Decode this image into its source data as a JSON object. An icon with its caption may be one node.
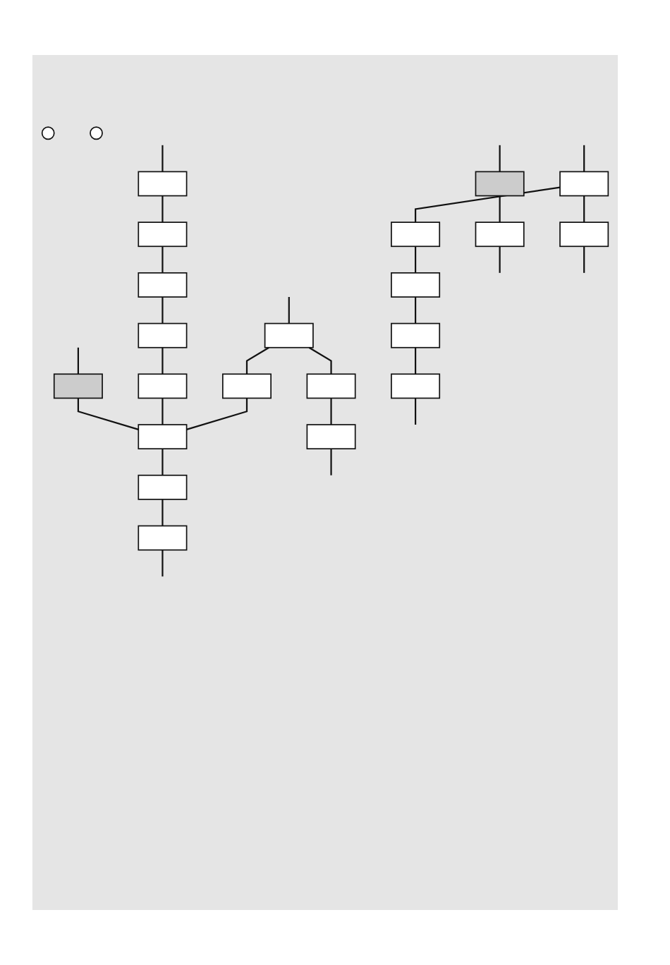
{
  "diagram": {
    "nodes": [
      {
        "text": [],
        "shape": "circle"
      },
      {
        "text": [],
        "shape": "box"
      },
      {
        "text": [],
        "shape": "box"
      },
      {
        "text": [],
        "shape": "box"
      },
      {
        "text": [],
        "shape": "box"
      },
      {
        "text": [],
        "shape": "box"
      },
      {
        "text": [],
        "shape": "box"
      },
      {
        "text": [],
        "shape": "box"
      },
      {
        "text": [],
        "shape": "box"
      },
      {
        "text": [],
        "shape": "box"
      },
      {
        "text": [],
        "shape": "box"
      },
      {
        "text": [],
        "shape": "box"
      },
      {
        "text": [],
        "shape": "box"
      },
      {
        "text": [],
        "shape": "box"
      },
      {
        "text": [],
        "shape": "circle"
      },
      {
        "text": [],
        "shape": "box"
      },
      {
        "text": [],
        "shape": "box"
      },
      {
        "text": [],
        "shape": "box"
      },
      {
        "text": [],
        "shape": "box"
      },
      {
        "text": [],
        "shape": "box"
      },
      {
        "text": [],
        "shape": "box"
      },
      {
        "text": [],
        "shape": "box"
      },
      {
        "text": [],
        "shape": "box"
      }
    ],
    "edges": [
      {
        "from": null,
        "to": 1,
        "arrow": "none"
      },
      {
        "from": 1,
        "to": 2,
        "arrow": "none"
      },
      {
        "from": 2,
        "to": 3,
        "arrow": "none"
      },
      {
        "from": 3,
        "to": 4,
        "arrow": "none"
      },
      {
        "from": 4,
        "to": null,
        "arrow": "none"
      },
      {
        "from": null,
        "to": 5,
        "arrow": "none"
      },
      {
        "from": 5,
        "to": 6,
        "arrow": "none"
      },
      {
        "from": 5,
        "to": 7,
        "arrow": "none"
      },
      {
        "from": 6,
        "to": 8,
        "arrow": "none"
      },
      {
        "from": 8,
        "to": null,
        "arrow": "none"
      },
      {
        "from": null,
        "to": 9,
        "arrow": "none"
      },
      {
        "from": 9,
        "to": 10,
        "arrow": "none"
      },
      {
        "from": 10,
        "to": 11,
        "arrow": "none"
      },
      {
        "from": 11,
        "to": 12,
        "arrow": "none"
      },
      {
        "from": 12,
        "to": 13,
        "arrow": "none"
      },
      {
        "from": 13,
        "to": 2,
        "arrow": "none"
      },
      {
        "from": 7,
        "to": 2,
        "arrow": "none"
      },
      {
        "from": null,
        "to": 15,
        "arrow": "none"
      },
      {
        "from": 15,
        "to": 16,
        "arrow": "none"
      },
      {
        "from": 16,
        "to": null,
        "arrow": "none"
      },
      {
        "from": null,
        "to": 17,
        "arrow": "none"
      },
      {
        "from": 17,
        "to": 18,
        "arrow": "none"
      },
      {
        "from": 17,
        "to": 19,
        "arrow": "none"
      },
      {
        "from": 18,
        "to": 20,
        "arrow": "none"
      },
      {
        "from": 20,
        "to": 21,
        "arrow": "none"
      },
      {
        "from": 21,
        "to": 22,
        "arrow": "none"
      },
      {
        "from": 22,
        "to": null,
        "arrow": "none"
      },
      {
        "from": 19,
        "to": null,
        "arrow": "none"
      }
    ]
  }
}
